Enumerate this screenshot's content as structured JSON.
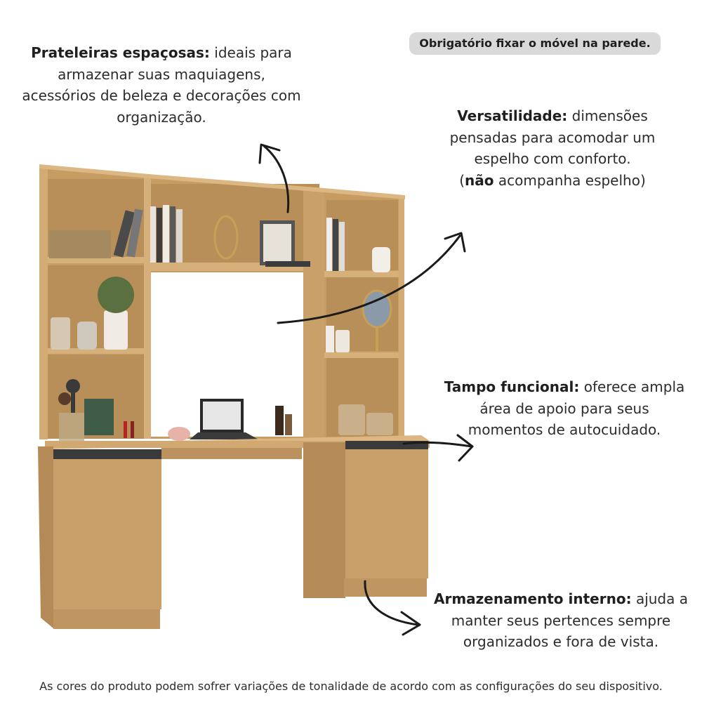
{
  "badge": "Obrigatório fixar o móvel na parede.",
  "callouts": {
    "shelves": {
      "title": "Prateleiras espaçosas:",
      "text": "ideais para armazenar suas maquiagens, acessórios de beleza e decorações com organização."
    },
    "versatility": {
      "title": "Versatilidade:",
      "text": "dimensões pensadas para acomodar um espelho com conforto.",
      "note_open": "(",
      "note_bold": "não",
      "note_rest": " acompanha espelho)"
    },
    "tabletop": {
      "title": "Tampo funcional:",
      "text": "oferece ampla área de apoio para seus momentos de autocuidado."
    },
    "storage": {
      "title": "Armazenamento interno:",
      "text": "ajuda a manter seus pertences sempre organizados e fora de vista."
    }
  },
  "disclaimer": "As cores do produto podem sofrer variações de tonalidade de acordo com as configurações do seu dispositivo.",
  "colors": {
    "wood": "#c9a06a",
    "wood_dark": "#b48a56",
    "wood_light": "#d6b07a",
    "handle": "#3a3a3a",
    "arrow": "#1a1a1a",
    "badge_bg": "#d9d9d9"
  },
  "product_image": {
    "illustration": "desk-bookcase-furniture",
    "items": [
      "books",
      "vase-plant",
      "picture-frame",
      "laptop",
      "makeup-brushes",
      "jars",
      "mirror"
    ]
  }
}
